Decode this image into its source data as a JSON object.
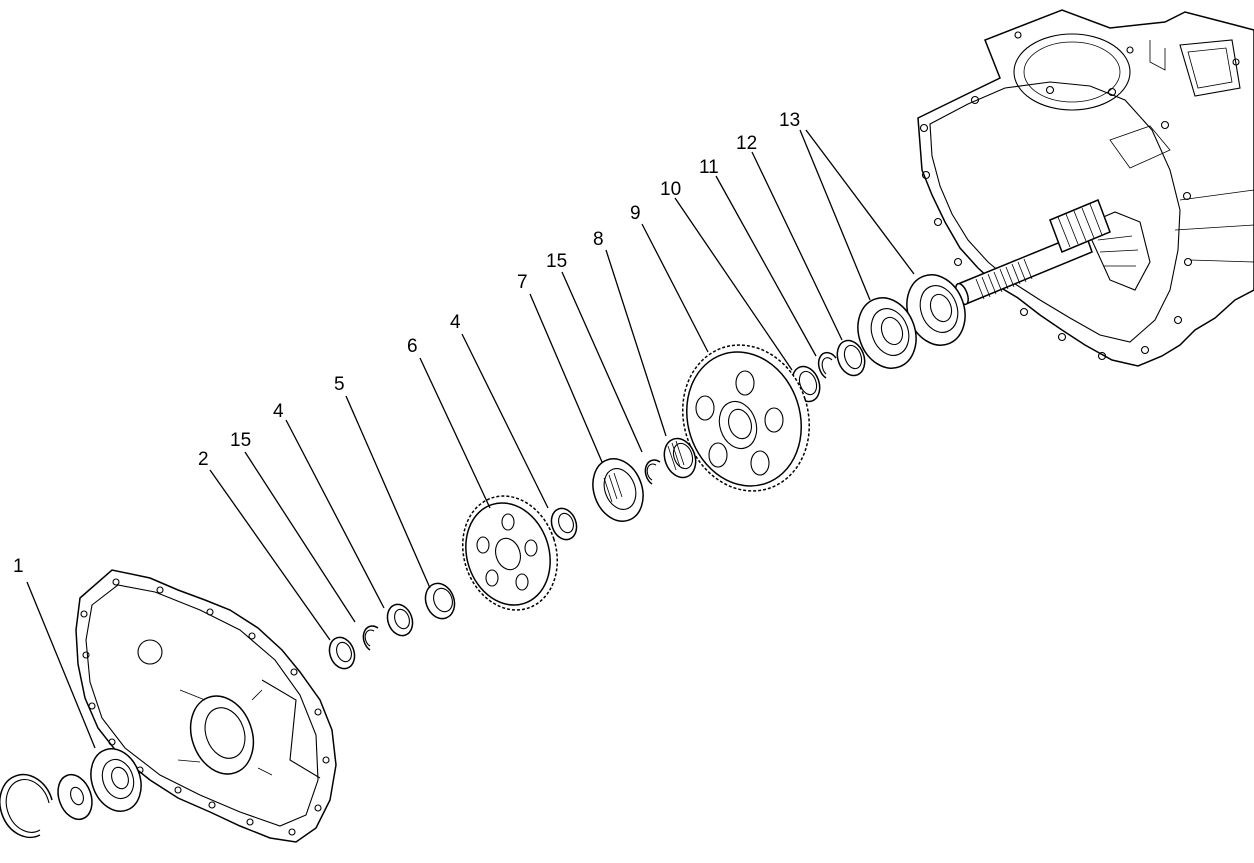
{
  "diagram": {
    "callouts": [
      {
        "id": "c1",
        "label": "1"
      },
      {
        "id": "c2",
        "label": "2"
      },
      {
        "id": "c15a",
        "label": "15"
      },
      {
        "id": "c4a",
        "label": "4"
      },
      {
        "id": "c5",
        "label": "5"
      },
      {
        "id": "c6",
        "label": "6"
      },
      {
        "id": "c4b",
        "label": "4"
      },
      {
        "id": "c7",
        "label": "7"
      },
      {
        "id": "c15b",
        "label": "15"
      },
      {
        "id": "c8",
        "label": "8"
      },
      {
        "id": "c9",
        "label": "9"
      },
      {
        "id": "c10",
        "label": "10"
      },
      {
        "id": "c11",
        "label": "11"
      },
      {
        "id": "c12",
        "label": "12"
      },
      {
        "id": "c13",
        "label": "13"
      }
    ]
  }
}
